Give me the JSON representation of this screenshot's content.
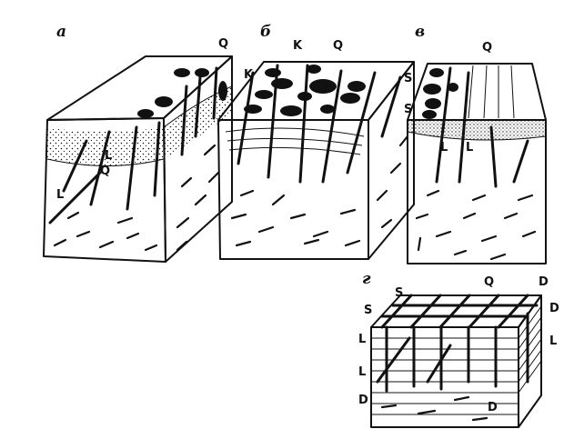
{
  "panels": [
    {
      "id": "a",
      "label": "а",
      "layer_labels": [
        "Q",
        "L",
        "Q",
        "L"
      ]
    },
    {
      "id": "b",
      "label": "б",
      "layer_labels": [
        "K",
        "Q",
        "K"
      ]
    },
    {
      "id": "v",
      "label": "в",
      "layer_labels": [
        "Q",
        "S",
        "S",
        "L",
        "L"
      ]
    },
    {
      "id": "g",
      "label": "г",
      "layer_labels": [
        "S",
        "S",
        "Q",
        "D",
        "D",
        "L",
        "L",
        "L",
        "D",
        "D"
      ]
    }
  ],
  "colors": {
    "ink": "#111111",
    "paper": "#ffffff"
  }
}
